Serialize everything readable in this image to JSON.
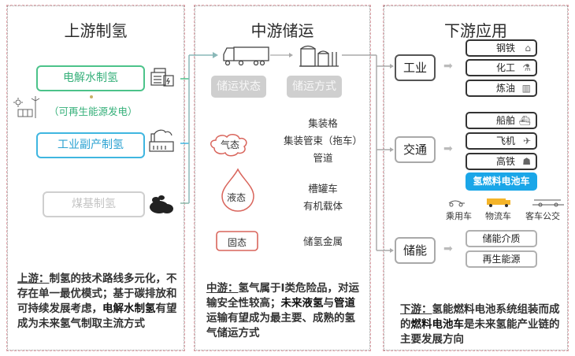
{
  "upstream": {
    "title": "上游制氢",
    "routes": [
      {
        "label": "电解水制氢",
        "color": "#4cc38a"
      },
      {
        "label": "工业副产制氢",
        "color": "#3fb6e0"
      },
      {
        "label": "煤基制氢",
        "color": "#cfcfcf"
      }
    ],
    "renewable_note": "（可再生能源发电）",
    "note": {
      "prefix": "上游：",
      "part1": "制氢的技术路线多元化，不存在单一最优模式；基于碳排放和可持续发展考虑，",
      "bold": "电解水制氢",
      "part2": "有望成为未来氢气制取主流方式"
    }
  },
  "midstream": {
    "title": "中游储运",
    "tags": [
      "储运状态",
      "储运方式"
    ],
    "states": [
      {
        "label": "气态",
        "methods": [
          "集装格",
          "集装管束（拖车）",
          "管道"
        ]
      },
      {
        "label": "液态",
        "methods": [
          "槽罐车",
          "有机载体"
        ]
      },
      {
        "label": "固态",
        "methods": [
          "储氢金属"
        ]
      }
    ],
    "note": {
      "prefix": "中游：",
      "part1": "氢气属于I类危险品，对运输安全性较高；",
      "bold1": "未来液氢",
      "mid": "与",
      "bold2": "管道",
      "part2": "运输有望成为最主要、成熟的氢气储运方式"
    }
  },
  "downstream": {
    "title": "下游应用",
    "categories": [
      {
        "label": "工业",
        "items": [
          {
            "label": "钢铁",
            "icon": "steel-plant-icon"
          },
          {
            "label": "化工",
            "icon": "chemical-plant-icon"
          },
          {
            "label": "炼油",
            "icon": "refinery-icon"
          }
        ]
      },
      {
        "label": "交通",
        "items": [
          {
            "label": "船舶",
            "icon": "ship-icon"
          },
          {
            "label": "飞机",
            "icon": "airplane-icon"
          },
          {
            "label": "高铁",
            "icon": "train-icon"
          }
        ],
        "highlight": "氢燃料电池车",
        "vehicles": [
          "乘用车",
          "物流车",
          "客车公交"
        ]
      },
      {
        "label": "储能",
        "items": [
          {
            "label": "储能介质"
          },
          {
            "label": "再生能源"
          }
        ]
      }
    ],
    "note": {
      "prefix": "下游：",
      "part1": "氢能燃料电池系统组装而成的",
      "bold": "燃料电池车",
      "part2": "是未来氢能产业链的主要发展方向"
    }
  },
  "colors": {
    "green": "#4cc38a",
    "blue": "#3fb6e0",
    "fuel_cell": "#1aa6e8",
    "state_red": "#d9655c",
    "panel_border": "#e4a7ad"
  }
}
